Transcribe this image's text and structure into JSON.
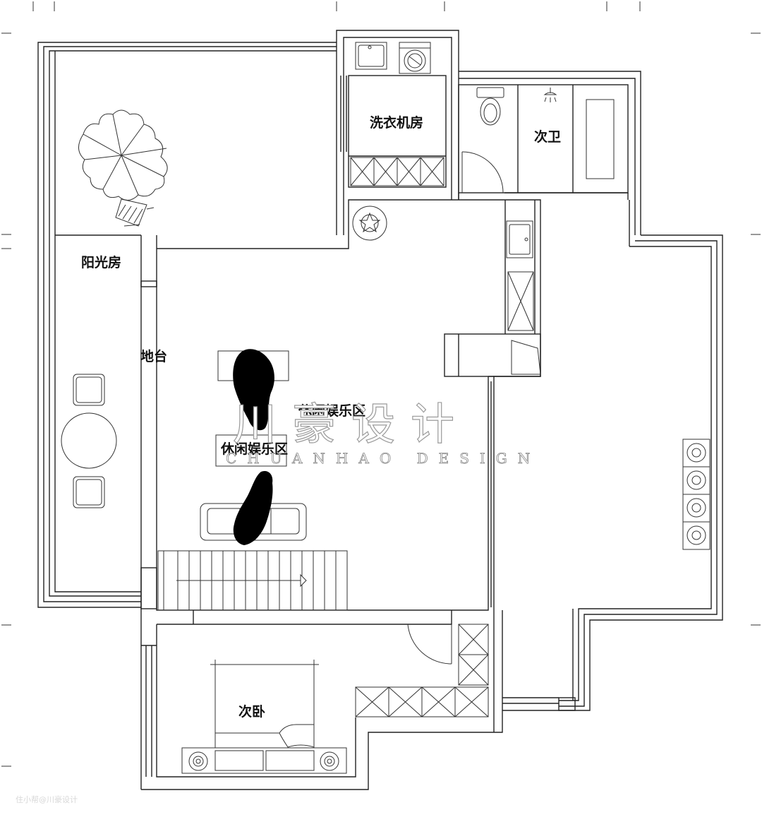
{
  "rooms": {
    "laundry": "洗衣机房",
    "second_bath": "次卫",
    "sunroom": "阳光房",
    "platform": "地台",
    "leisure_a": "休闲娱乐区",
    "leisure_b": "休闲娱乐区",
    "second_bedroom": "次卧"
  },
  "watermark": {
    "chinese": "川豪设计",
    "english": "CHUANHAO DESIGN"
  },
  "credit": "住小帮@川豪设计",
  "colors": {
    "wall": "#222222",
    "background": "#ffffff",
    "fill_dark": "#000000"
  }
}
